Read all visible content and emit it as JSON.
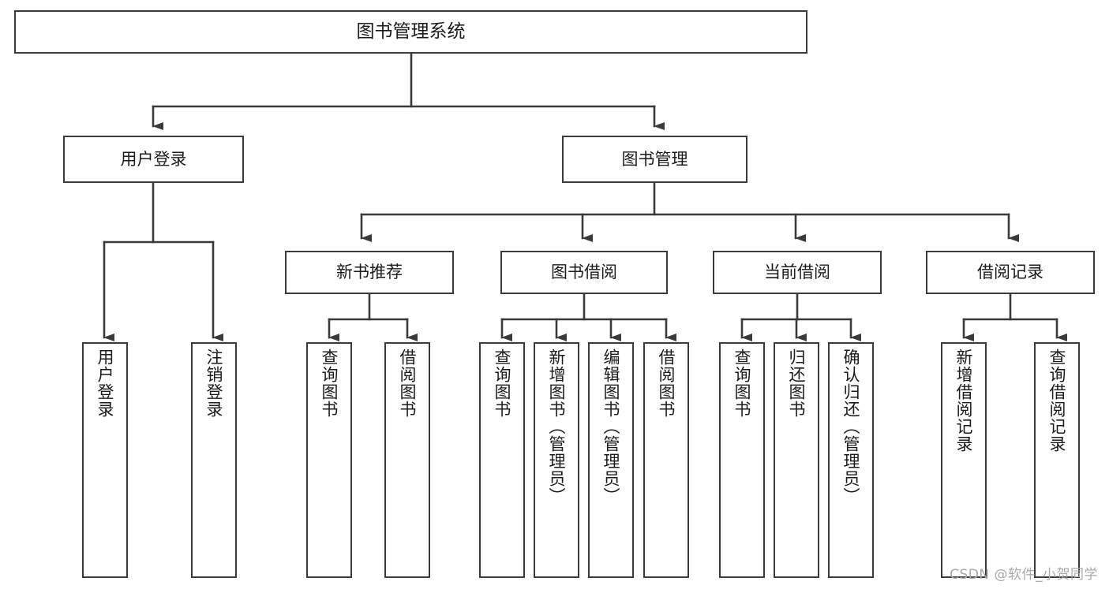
{
  "diagram": {
    "title": "图书管理系统",
    "type": "tree-hierarchy-chart",
    "colors": {
      "background": "#ffffff",
      "box_border": "#3a3a3a",
      "box_fill": "#ffffff",
      "text": "#1b1b1b",
      "connector": "#3a3a3a",
      "watermark": "#a9a9a9"
    },
    "nodes": {
      "root": {
        "label": "图书管理系统"
      },
      "level2": [
        {
          "id": "user-login",
          "label": "用户登录"
        },
        {
          "id": "book-manage",
          "label": "图书管理"
        }
      ],
      "level3": [
        {
          "id": "new-book-recommend",
          "label": "新书推荐"
        },
        {
          "id": "book-borrow",
          "label": "图书借阅"
        },
        {
          "id": "current-borrow",
          "label": "当前借阅"
        },
        {
          "id": "borrow-record",
          "label": "借阅记录"
        }
      ],
      "leaves": {
        "user_login": [
          {
            "id": "leaf-user-login",
            "label": "用户登录"
          },
          {
            "id": "leaf-user-logout",
            "label": "注销登录"
          }
        ],
        "new_book_recommend": [
          {
            "id": "leaf-query-book-1",
            "label": "查询图书"
          },
          {
            "id": "leaf-borrow-book-1",
            "label": "借阅图书"
          }
        ],
        "book_borrow": [
          {
            "id": "leaf-query-book-2",
            "label": "查询图书"
          },
          {
            "id": "leaf-add-book-admin",
            "label": "新增图书（管理员）"
          },
          {
            "id": "leaf-edit-book-admin",
            "label": "编辑图书（管理员）"
          },
          {
            "id": "leaf-borrow-book-2",
            "label": "借阅图书"
          }
        ],
        "current_borrow": [
          {
            "id": "leaf-query-book-3",
            "label": "查询图书"
          },
          {
            "id": "leaf-return-book",
            "label": "归还图书"
          },
          {
            "id": "leaf-confirm-return-admin",
            "label": "确认归还（管理员）"
          }
        ],
        "borrow_record": [
          {
            "id": "leaf-add-borrow-record",
            "label": "新增借阅记录"
          },
          {
            "id": "leaf-query-borrow-record",
            "label": "查询借阅记录"
          }
        ]
      }
    },
    "watermark": "CSDN @软件_小贺同学"
  }
}
